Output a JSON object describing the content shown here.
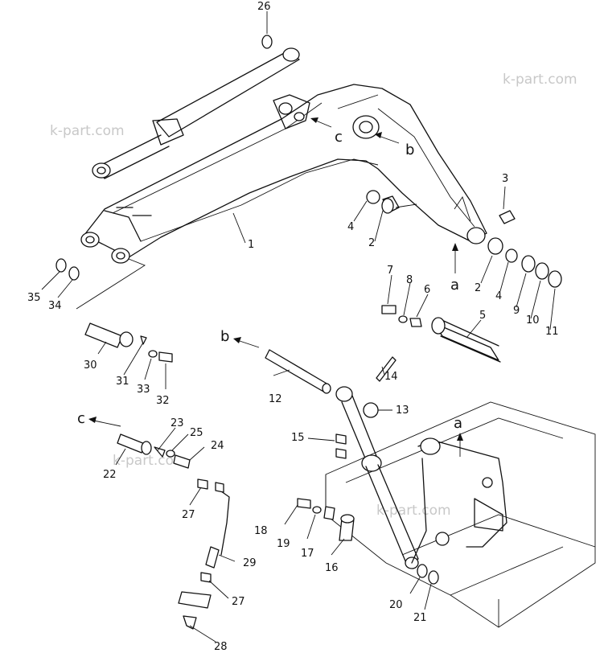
{
  "watermarks": [
    "k-part.com",
    "k-part.com",
    "k-part.com",
    "k-part.com"
  ],
  "letters": {
    "a": "a",
    "b": "b",
    "c": "c"
  },
  "callouts": {
    "p1": "1",
    "p2": "2",
    "p3": "3",
    "p4": "4",
    "p5": "5",
    "p6": "6",
    "p7": "7",
    "p8": "8",
    "p9": "9",
    "p10": "10",
    "p11": "11",
    "p12": "12",
    "p13": "13",
    "p14": "14",
    "p15": "15",
    "p16": "16",
    "p17": "17",
    "p18": "18",
    "p19": "19",
    "p20": "20",
    "p21": "21",
    "p22": "22",
    "p23": "23",
    "p24": "24",
    "p25": "25",
    "p26": "26",
    "p27": "27",
    "p28": "28",
    "p29": "29",
    "p30": "30",
    "p31": "31",
    "p32": "32",
    "p33": "33",
    "p34": "34",
    "p35": "35"
  }
}
